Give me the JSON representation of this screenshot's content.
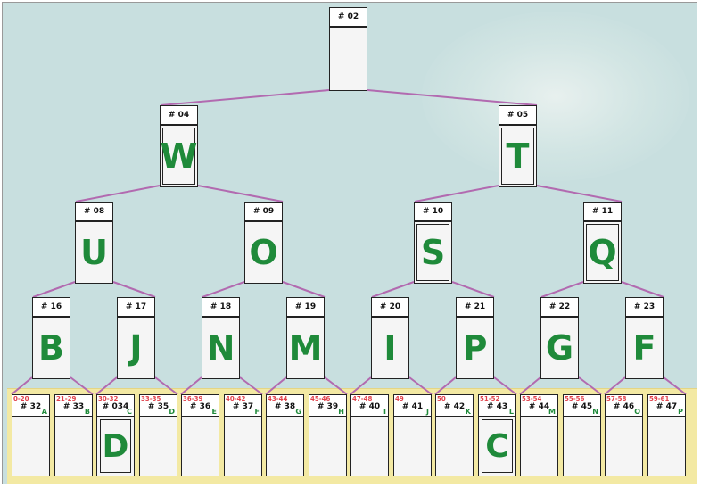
{
  "colors": {
    "letter": "#1f8a3a",
    "range": "#e0404a",
    "edge": "#b26ab0",
    "background": "#c8dfdf",
    "leaf_band": "#f3e9a3"
  },
  "root": {
    "id": "# 02",
    "letter": ""
  },
  "level1": [
    {
      "id": "# 04",
      "letter": "W"
    },
    {
      "id": "# 05",
      "letter": "T"
    }
  ],
  "level2": [
    {
      "id": "# 08",
      "letter": "U"
    },
    {
      "id": "# 09",
      "letter": "O"
    },
    {
      "id": "# 10",
      "letter": "S"
    },
    {
      "id": "# 11",
      "letter": "Q"
    }
  ],
  "level3": [
    {
      "id": "# 16",
      "letter": "B"
    },
    {
      "id": "# 17",
      "letter": "J"
    },
    {
      "id": "# 18",
      "letter": "N"
    },
    {
      "id": "# 19",
      "letter": "M"
    },
    {
      "id": "# 20",
      "letter": "I"
    },
    {
      "id": "# 21",
      "letter": "P"
    },
    {
      "id": "# 22",
      "letter": "G"
    },
    {
      "id": "# 23",
      "letter": "F"
    }
  ],
  "leaves": [
    {
      "range": "0-20",
      "id": "# 32",
      "key": "A",
      "content": ""
    },
    {
      "range": "21-29",
      "id": "# 33",
      "key": "B",
      "content": ""
    },
    {
      "range": "30-32",
      "id": "# 034",
      "key": "C",
      "content": "D"
    },
    {
      "range": "33-35",
      "id": "# 35",
      "key": "D",
      "content": ""
    },
    {
      "range": "36-39",
      "id": "# 36",
      "key": "E",
      "content": ""
    },
    {
      "range": "40-42",
      "id": "# 37",
      "key": "F",
      "content": ""
    },
    {
      "range": "43-44",
      "id": "# 38",
      "key": "G",
      "content": ""
    },
    {
      "range": "45-46",
      "id": "# 39",
      "key": "H",
      "content": ""
    },
    {
      "range": "47-48",
      "id": "# 40",
      "key": "I",
      "content": ""
    },
    {
      "range": "49",
      "id": "# 41",
      "key": "J",
      "content": ""
    },
    {
      "range": "50",
      "id": "# 42",
      "key": "K",
      "content": ""
    },
    {
      "range": "51-52",
      "id": "# 43",
      "key": "L",
      "content": "C"
    },
    {
      "range": "53-54",
      "id": "# 44",
      "key": "M",
      "content": ""
    },
    {
      "range": "55-56",
      "id": "# 45",
      "key": "N",
      "content": ""
    },
    {
      "range": "57-58",
      "id": "# 46",
      "key": "O",
      "content": ""
    },
    {
      "range": "59-61",
      "id": "# 47",
      "key": "P",
      "content": ""
    }
  ]
}
